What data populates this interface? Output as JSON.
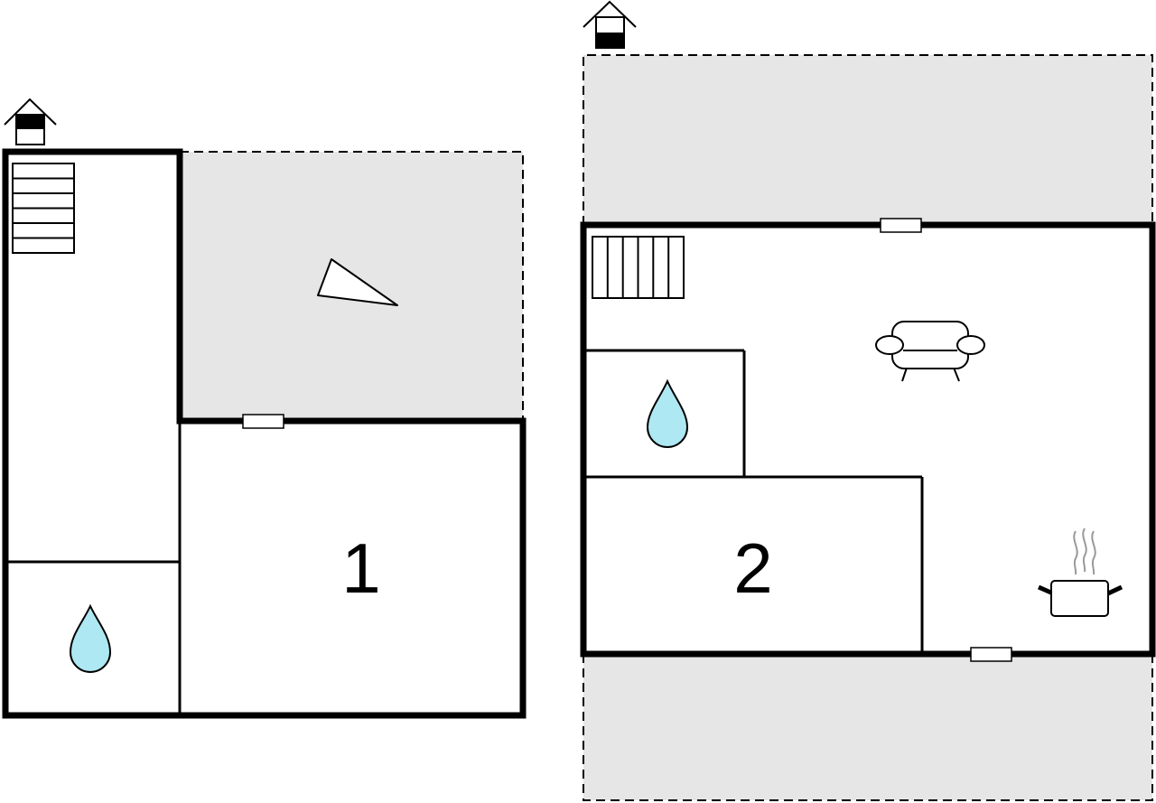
{
  "floor_plans": [
    {
      "id": "floor-1",
      "room_numbers": [
        "1"
      ],
      "entrance_icon": "house-entrance-icon",
      "features": [
        "staircase-icon",
        "bathroom-drop-icon",
        "terrace-area",
        "terrace-triangle-icon",
        "window-icon"
      ]
    },
    {
      "id": "floor-2",
      "room_numbers": [
        "2"
      ],
      "entrance_icon": "house-entrance-icon",
      "features": [
        "staircase-icon",
        "bathroom-drop-icon",
        "sofa-icon",
        "kitchen-pot-icon",
        "terrace-area",
        "window-icon"
      ]
    }
  ],
  "colors": {
    "wall": "#000000",
    "terrace": "#e6e6e6",
    "water_drop": "#aee8f2",
    "background": "#ffffff",
    "steam": "#999999"
  }
}
